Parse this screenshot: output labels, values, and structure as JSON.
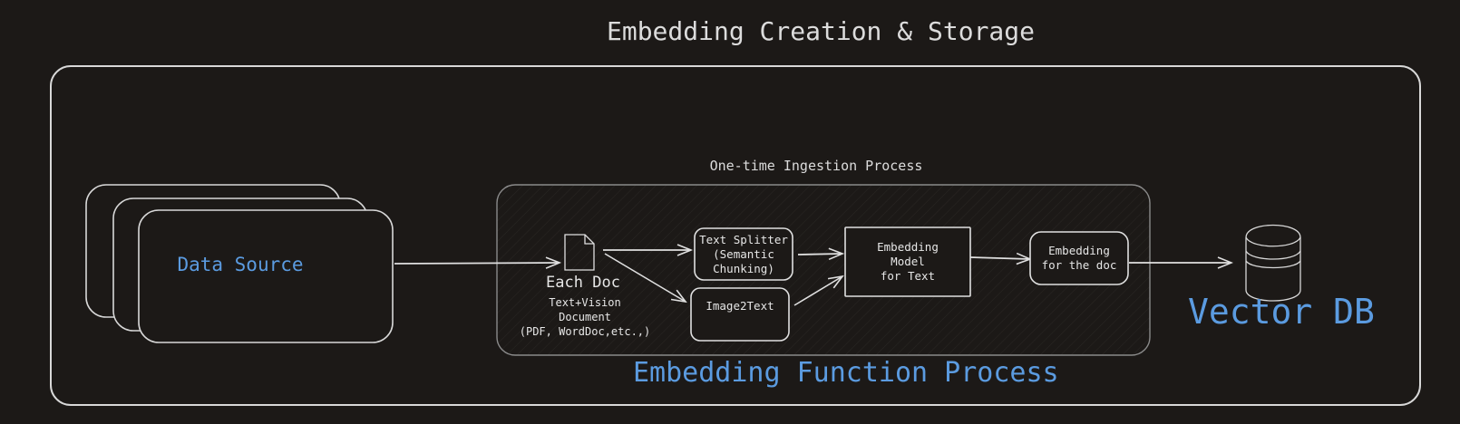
{
  "diagram": {
    "title": "Embedding Creation & Storage",
    "ingestion_label": "One-time Ingestion Process",
    "data_source": {
      "label": "Data Source"
    },
    "document": {
      "label": "Each Doc",
      "description": "Text+Vision\nDocument\n(PDF, WordDoc,etc.,)",
      "icon": "document-icon"
    },
    "nodes": {
      "text_splitter": "Text Splitter\n(Semantic\nChunking)",
      "image2text": "Image2Text",
      "embedding_model": "Embedding\nModel\nfor Text",
      "embedding_output": "Embedding\nfor the doc"
    },
    "process_label": "Embedding Function Process",
    "vector_db": {
      "label": "Vector DB",
      "icon": "database-icon"
    },
    "colors": {
      "background": "#1c1917",
      "stroke": "#e0e0e0",
      "accent": "#5b9be0"
    }
  }
}
